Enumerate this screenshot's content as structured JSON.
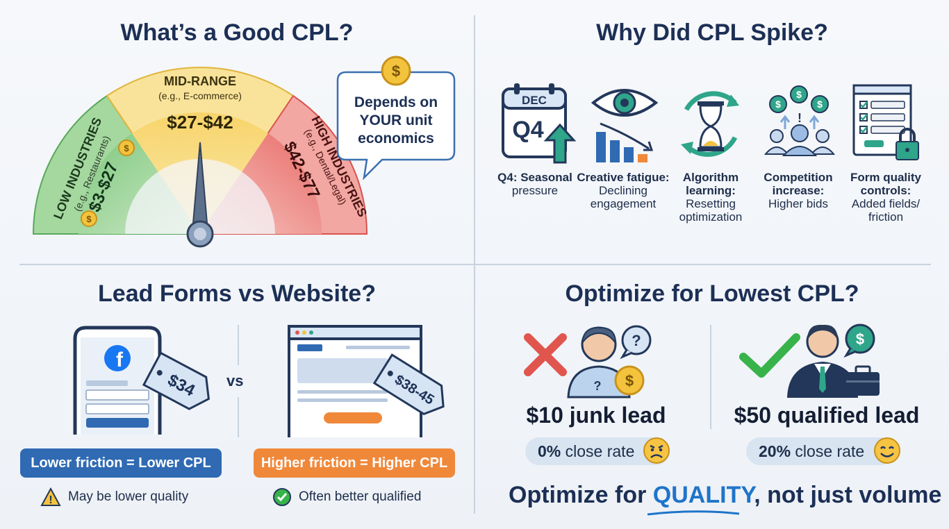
{
  "q1": {
    "title": "What’s a Good CPL?",
    "low": {
      "label": "LOW INDUSTRIES",
      "sub": "(e.g., Restaurants)",
      "range": "$3-$27"
    },
    "mid": {
      "label": "MID-RANGE",
      "sub": "(e.g., E-commerce)",
      "range": "$27-$42"
    },
    "high": {
      "label": "HIGH INDUSTRIES",
      "sub": "(e.g., Dental/Legal)",
      "range": "$42-$77"
    },
    "coin_symbol": "$",
    "bubble": [
      "Depends on",
      "YOUR unit",
      "economics"
    ]
  },
  "q2": {
    "title": "Why Did CPL Spike?",
    "calendar": {
      "month": "DEC",
      "quarter": "Q4"
    },
    "items": [
      {
        "bold": "Q4: Seasonal",
        "rest": "pressure",
        "icon": "calendar-icon"
      },
      {
        "bold": "Creative fatigue:",
        "rest": "Declining engagement",
        "icon": "eye-chart-icon"
      },
      {
        "bold": "Algorithm learning:",
        "rest": "Resetting optimization",
        "icon": "hourglass-cycle-icon"
      },
      {
        "bold": "Competition increase:",
        "rest": "Higher bids",
        "icon": "competition-icon"
      },
      {
        "bold": "Form quality controls:",
        "rest": "Added fields/ friction",
        "icon": "form-lock-icon"
      }
    ]
  },
  "q3": {
    "title": "Lead Forms vs Website?",
    "phone_price": "$34",
    "vs": "vs",
    "web_price": "$38-45",
    "left_pill": "Lower friction = Lower CPL",
    "right_pill": "Higher friction = Higher CPL",
    "left_note": "May be lower quality",
    "right_note": "Often better qualified",
    "colors": {
      "blue": "#2f6ab3",
      "orange": "#f0883a"
    }
  },
  "q4": {
    "title": "Optimize for Lowest CPL?",
    "left": {
      "headline": "$10 junk lead",
      "rate_bold": "0%",
      "rate_rest": " close rate"
    },
    "right": {
      "headline": "$50 qualified lead",
      "rate_bold": "20%",
      "rate_rest": " close rate"
    },
    "bottom_pre": "Optimize for ",
    "bottom_q": "QUALITY",
    "bottom_post": ", not just volume"
  }
}
